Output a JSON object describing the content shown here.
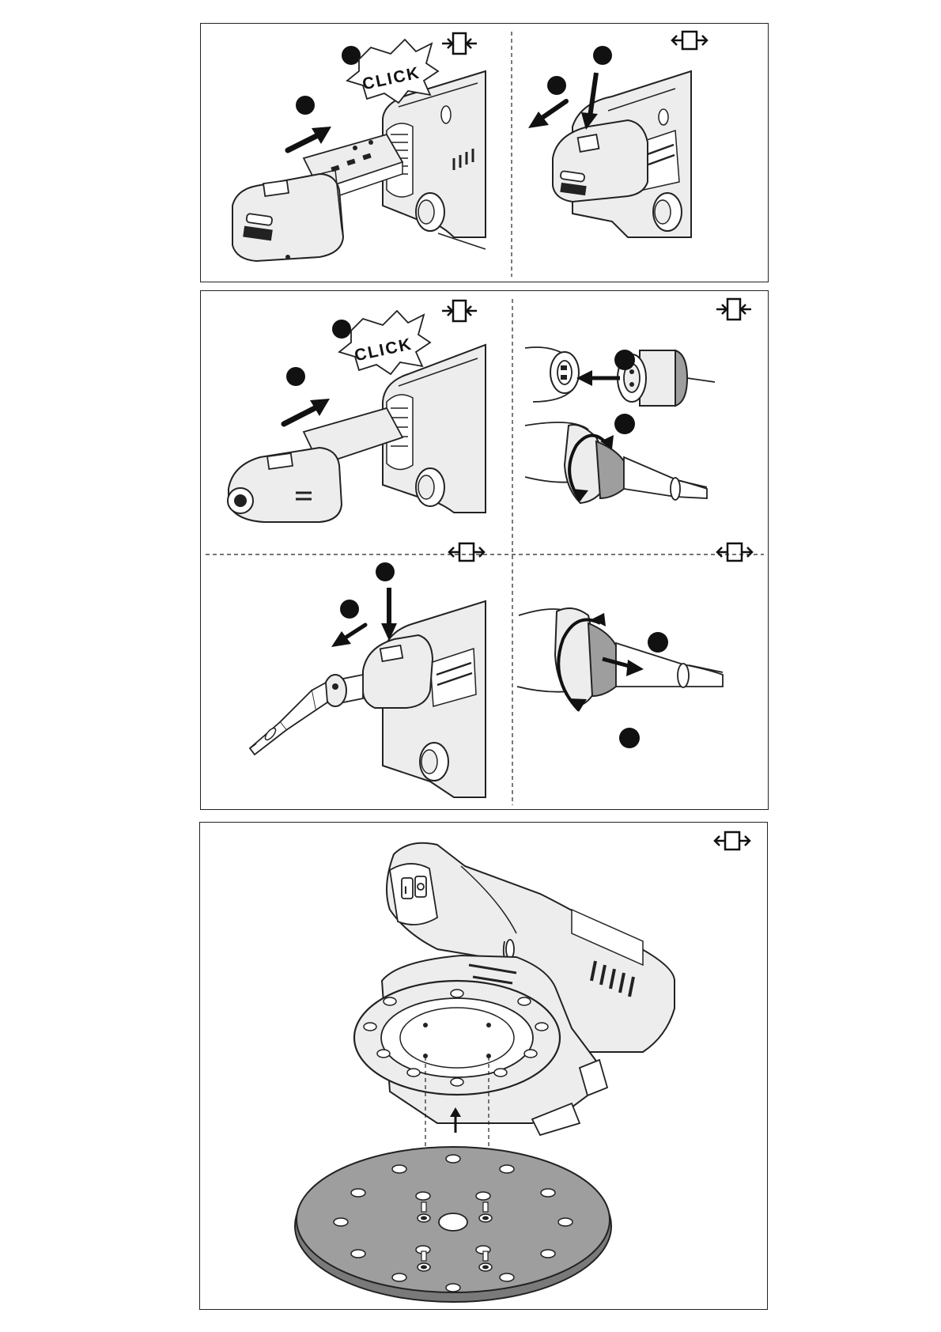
{
  "page": {
    "background": "#ffffff",
    "line_color": "#222222",
    "tool_fill": "#ededed",
    "shade_fill": "#9e9e9e"
  },
  "labels": {
    "click": "CLICK"
  },
  "icons": {
    "insert": "arrows-pointing-inward-icon",
    "remove": "arrows-pointing-outward-icon"
  },
  "panels": [
    {
      "id": "battery-insert",
      "icon": "insert",
      "click": true
    },
    {
      "id": "battery-remove",
      "icon": "remove"
    },
    {
      "id": "cable-adapter-insert",
      "icon": "insert",
      "click": true
    },
    {
      "id": "cable-plug-connect",
      "icon": "insert"
    },
    {
      "id": "cable-adapter-remove",
      "icon": "remove"
    },
    {
      "id": "cable-plug-disconnect",
      "icon": "remove"
    },
    {
      "id": "sanding-pad-fit",
      "icon": "remove"
    }
  ]
}
